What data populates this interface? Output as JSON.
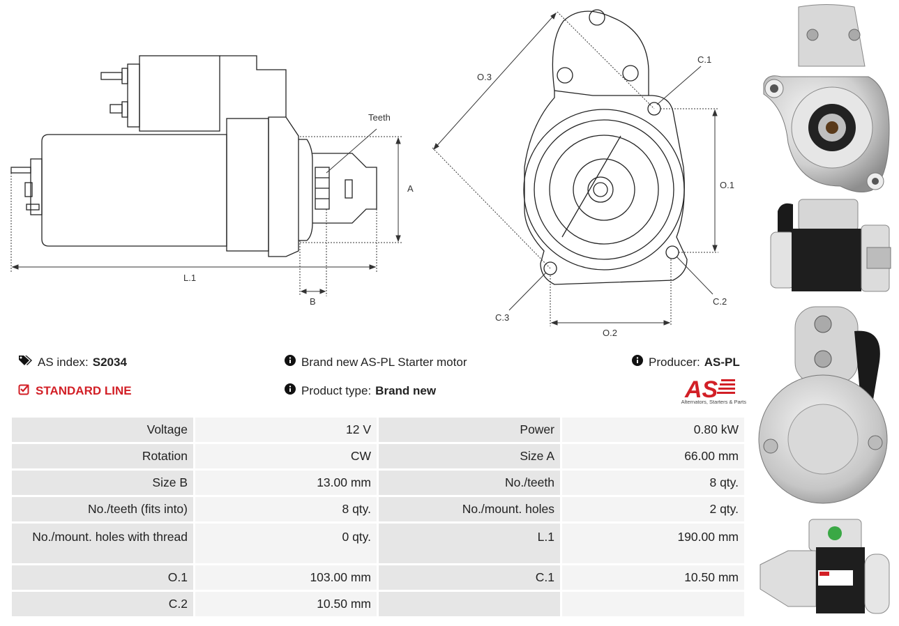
{
  "drawing": {
    "label_teeth": "Teeth",
    "label_a": "A",
    "label_b": "B",
    "label_l1": "L.1",
    "label_o1": "O.1",
    "label_o2": "O.2",
    "label_o3": "O.3",
    "label_c1": "C.1",
    "label_c2": "C.2",
    "label_c3": "C.3"
  },
  "info": {
    "as_index_label": "AS index:",
    "as_index_value": "S2034",
    "standard_line": "STANDARD LINE",
    "description": "Brand new AS-PL Starter motor",
    "product_type_label": "Product type:",
    "product_type_value": "Brand new",
    "producer_label": "Producer:",
    "producer_value": "AS-PL"
  },
  "logo": {
    "text": "AS",
    "caption": "Alternators, Starters & Parts",
    "color": "#d21f26"
  },
  "specs": [
    {
      "l1": "Voltage",
      "v1": "12 V",
      "l2": "Power",
      "v2": "0.80 kW"
    },
    {
      "l1": "Rotation",
      "v1": "CW",
      "l2": "Size A",
      "v2": "66.00 mm"
    },
    {
      "l1": "Size B",
      "v1": "13.00 mm",
      "l2": "No./teeth",
      "v2": "8 qty."
    },
    {
      "l1": "No./teeth (fits into)",
      "v1": "8 qty.",
      "l2": "No./mount. holes",
      "v2": "2 qty."
    },
    {
      "l1": "No./mount. holes with thread",
      "v1": "0 qty.",
      "l2": "L.1",
      "v2": "190.00 mm"
    },
    {
      "l1": "O.1",
      "v1": "103.00 mm",
      "l2": "C.1",
      "v2": "10.50 mm"
    },
    {
      "l1": "C.2",
      "v1": "10.50 mm",
      "l2": "",
      "v2": ""
    }
  ]
}
